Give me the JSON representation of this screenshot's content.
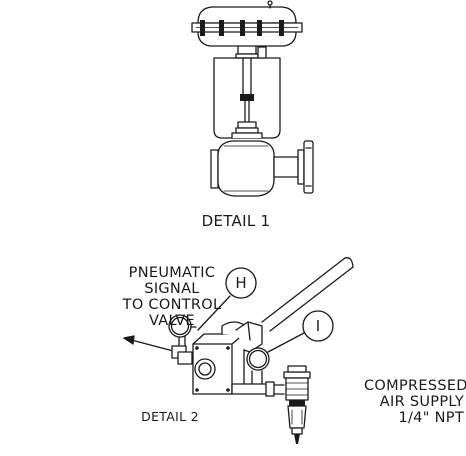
{
  "detail1": {
    "label": "DETAIL 1"
  },
  "detail2": {
    "label": "DETAIL 2",
    "signal_label": [
      "PNEUMATIC",
      "SIGNAL",
      "TO CONTROL",
      "VALVE"
    ],
    "air_label": [
      "COMPRESSED",
      "AIR SUPPLY",
      "1/4\" NPT"
    ],
    "tags": {
      "gauge_h": "H",
      "gauge_i": "I"
    }
  },
  "colors": {
    "line": "#1a1a1a",
    "background": "#ffffff",
    "shade": "#d9d9d9"
  }
}
